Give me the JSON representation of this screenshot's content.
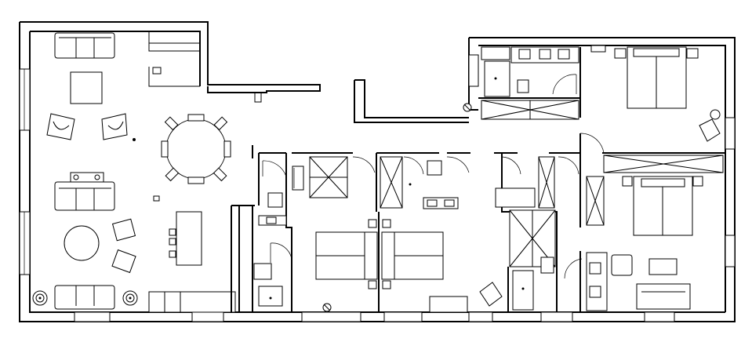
{
  "plan": {
    "kind": "apartment-floor-plan",
    "rooms": [
      "living-dining",
      "bedroom",
      "bedroom",
      "bedroom",
      "bedroom",
      "bathroom",
      "bathroom",
      "bathroom",
      "hallway",
      "kitchen"
    ],
    "colors": {
      "line": "#000000",
      "background": "#ffffff"
    }
  }
}
